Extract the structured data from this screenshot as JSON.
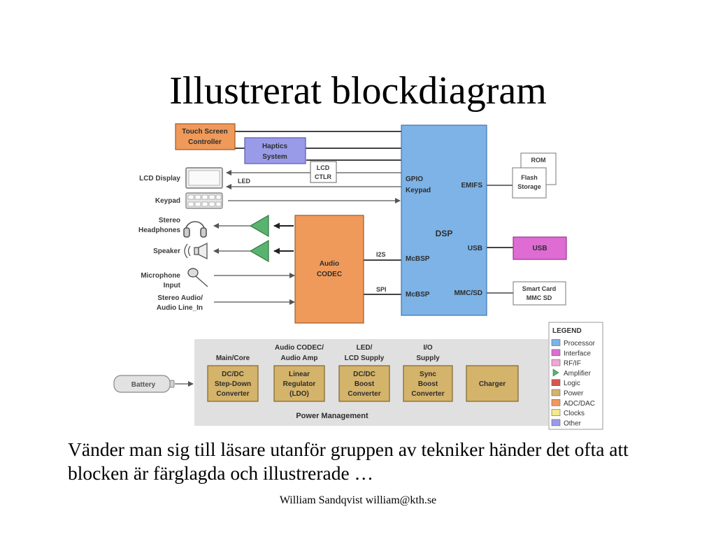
{
  "slide": {
    "title": "Illustrerat blockdiagram",
    "body": "Vänder man sig till läsare utanför gruppen av tekniker händer det ofta att blocken är färglagda och illustrerade …",
    "footer": "William Sandqvist  william@kth.se"
  },
  "diagram": {
    "touch_screen": [
      "Touch Screen",
      "Controller"
    ],
    "haptics": [
      "Haptics",
      "System"
    ],
    "lcd_ctlr": [
      "LCD",
      "CTLR"
    ],
    "led": "LED",
    "lcd_display": "LCD Display",
    "keypad": "Keypad",
    "stereo_headphones": [
      "Stereo",
      "Headphones"
    ],
    "speaker": "Speaker",
    "microphone": [
      "Microphone",
      "Input"
    ],
    "stereo_audio": [
      "Stereo Audio/",
      "Audio Line_In"
    ],
    "audio_codec": [
      "Audio",
      "CODEC"
    ],
    "i2s": "I2S",
    "spi": "SPI",
    "dsp": {
      "title": "DSP",
      "gpio": "GPIO",
      "keypad": "Keypad",
      "emifs": "EMIFS",
      "usb": "USB",
      "mcbsp1": "McBSP",
      "mcbsp2": "McBSP",
      "mmcsd": "MMC/SD"
    },
    "rom": "ROM",
    "flash": [
      "Flash",
      "Storage"
    ],
    "usb_block": "USB",
    "smart_card": [
      "Smart Card",
      "MMC SD"
    ],
    "battery": "Battery",
    "power": {
      "title": "Power Management",
      "headers": [
        [
          "Main/Core"
        ],
        [
          "Audio CODEC/",
          "Audio Amp"
        ],
        [
          "LED/",
          "LCD Supply"
        ],
        [
          "I/O",
          "Supply"
        ]
      ],
      "blocks": [
        [
          "DC/DC",
          "Step-Down",
          "Converter"
        ],
        [
          "Linear",
          "Regulator",
          "(LDO)"
        ],
        [
          "DC/DC",
          "Boost",
          "Converter"
        ],
        [
          "Sync",
          "Boost",
          "Converter"
        ],
        [
          "Charger"
        ]
      ]
    },
    "legend": {
      "title": "LEGEND",
      "items": [
        {
          "label": "Processor",
          "color": "#7db3e6"
        },
        {
          "label": "Interface",
          "color": "#de6cd3"
        },
        {
          "label": "RF/IF",
          "color": "#f2a6d6"
        },
        {
          "label": "Amplifier",
          "color": "#59b36e"
        },
        {
          "label": "Logic",
          "color": "#d9534f"
        },
        {
          "label": "Power",
          "color": "#d4b36a"
        },
        {
          "label": "ADC/DAC",
          "color": "#ef9a5a"
        },
        {
          "label": "Clocks",
          "color": "#f2ea8c"
        },
        {
          "label": "Other",
          "color": "#9a9be8"
        }
      ]
    }
  }
}
